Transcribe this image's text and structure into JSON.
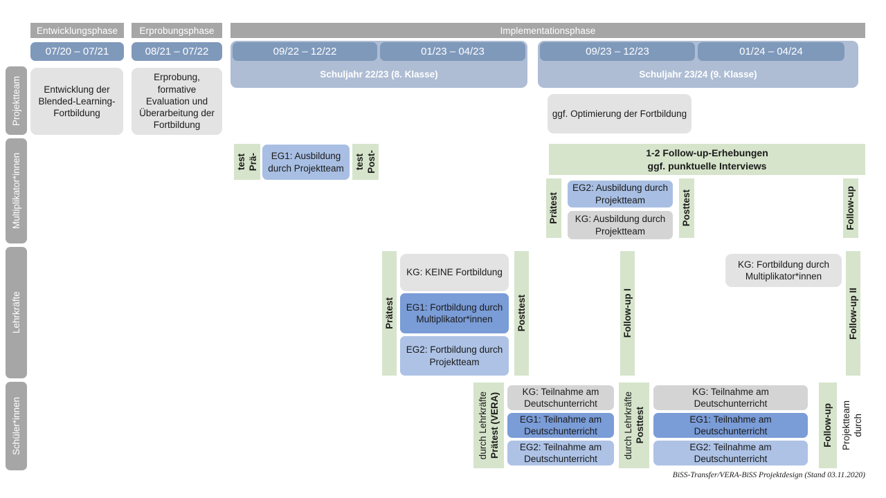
{
  "title": "BiSS-Transfer/VERA-BiSS Projektdesign",
  "footer": "BiSS-Transfer/VERA-BiSS Projektdesign (Stand 03.11.2020)",
  "colors": {
    "phase_header": "#a6a6a6",
    "date_box": "#7f99bb",
    "year_box": "#aebdd4",
    "row_label": "#a6a6a6",
    "grey_box": "#e3e3e3",
    "grey_box_alt": "#d4d4d4",
    "blue_dark": "#7a9cd7",
    "blue_mid": "#a8bfe3",
    "blue_light": "#adc2e5",
    "green": "#d6e4cb"
  },
  "timeline": {
    "phases": [
      {
        "label": "Entwicklungsphase"
      },
      {
        "label": "Erprobungsphase"
      },
      {
        "label": "Implementationsphase"
      }
    ],
    "dates": [
      {
        "label": "07/20 – 07/21"
      },
      {
        "label": "08/21 – 07/22"
      },
      {
        "label": "09/22 – 12/22"
      },
      {
        "label": "01/23 – 04/23"
      },
      {
        "label": "09/23 – 12/23"
      },
      {
        "label": "01/24 – 04/24"
      }
    ],
    "school_years": [
      {
        "label": "Schuljahr 22/23 (8. Klasse)"
      },
      {
        "label": "Schuljahr 23/24 (9. Klasse)"
      }
    ]
  },
  "rows": {
    "projektteam": {
      "label": "Projektteam",
      "boxes": [
        {
          "text": "Entwicklung der Blended-Learning-Fortbildung"
        },
        {
          "text": "Erprobung, formative Evaluation und Überarbeitung der Fortbildung"
        },
        {
          "text": "ggf. Optimierung der Fortbildung"
        }
      ]
    },
    "multiplikatorinnen": {
      "label": "Multiplikator*innen",
      "pretest_1": {
        "line1": "Prä-",
        "line2": "test"
      },
      "posttest_1": {
        "line1": "Post-",
        "line2": "test"
      },
      "eg1": {
        "text": "EG1: Ausbildung durch Projektteam"
      },
      "followup_banner": {
        "line1": "1-2 Follow-up-Erhebungen",
        "line2": "ggf. punktuelle Interviews"
      },
      "pretest_2": {
        "label": "Prätest"
      },
      "posttest_2": {
        "label": "Posttest"
      },
      "followup": {
        "label": "Follow-up"
      },
      "eg2": {
        "text": "EG2: Ausbildung durch Projektteam"
      },
      "kg": {
        "text": "KG: Ausbildung durch Projektteam"
      }
    },
    "lehrkraefte": {
      "label": "Lehrkräfte",
      "pretest": {
        "label": "Prätest"
      },
      "posttest": {
        "label": "Posttest"
      },
      "followup_1": {
        "label": "Follow-up I"
      },
      "followup_2": {
        "label": "Follow-up II"
      },
      "kg": {
        "text": "KG:  KEINE Fortbildung"
      },
      "eg1": {
        "text": "EG1: Fortbildung durch Multiplikator*innen"
      },
      "eg2": {
        "text": "EG2: Fortbildung durch Projektteam"
      },
      "kg_right": {
        "text": "KG: Fortbildung durch Multiplikator*innen"
      }
    },
    "schuelerinnen": {
      "label": "Schüler*innen",
      "pretest": {
        "bold": "Prätest (VERA)",
        "regular": "durch Lehrkräfte"
      },
      "posttest": {
        "bold": "Posttest",
        "regular": "durch Lehrkräfte"
      },
      "followup": {
        "bold": "Follow-up",
        "regular": "durch",
        "regular2": "Projektteam"
      },
      "left_boxes": [
        {
          "text": "KG: Teilnahme am Deutschunterricht",
          "style": "grey"
        },
        {
          "text": "EG1: Teilnahme am Deutschunterricht",
          "style": "blue-dark"
        },
        {
          "text": "EG2: Teilnahme am Deutschunterricht",
          "style": "blue-light"
        }
      ],
      "right_boxes": [
        {
          "text": "KG: Teilnahme am Deutschunterricht",
          "style": "grey"
        },
        {
          "text": "EG1: Teilnahme am Deutschunterricht",
          "style": "blue-dark"
        },
        {
          "text": "EG2: Teilnahme am Deutschunterricht",
          "style": "blue-light"
        }
      ]
    }
  }
}
